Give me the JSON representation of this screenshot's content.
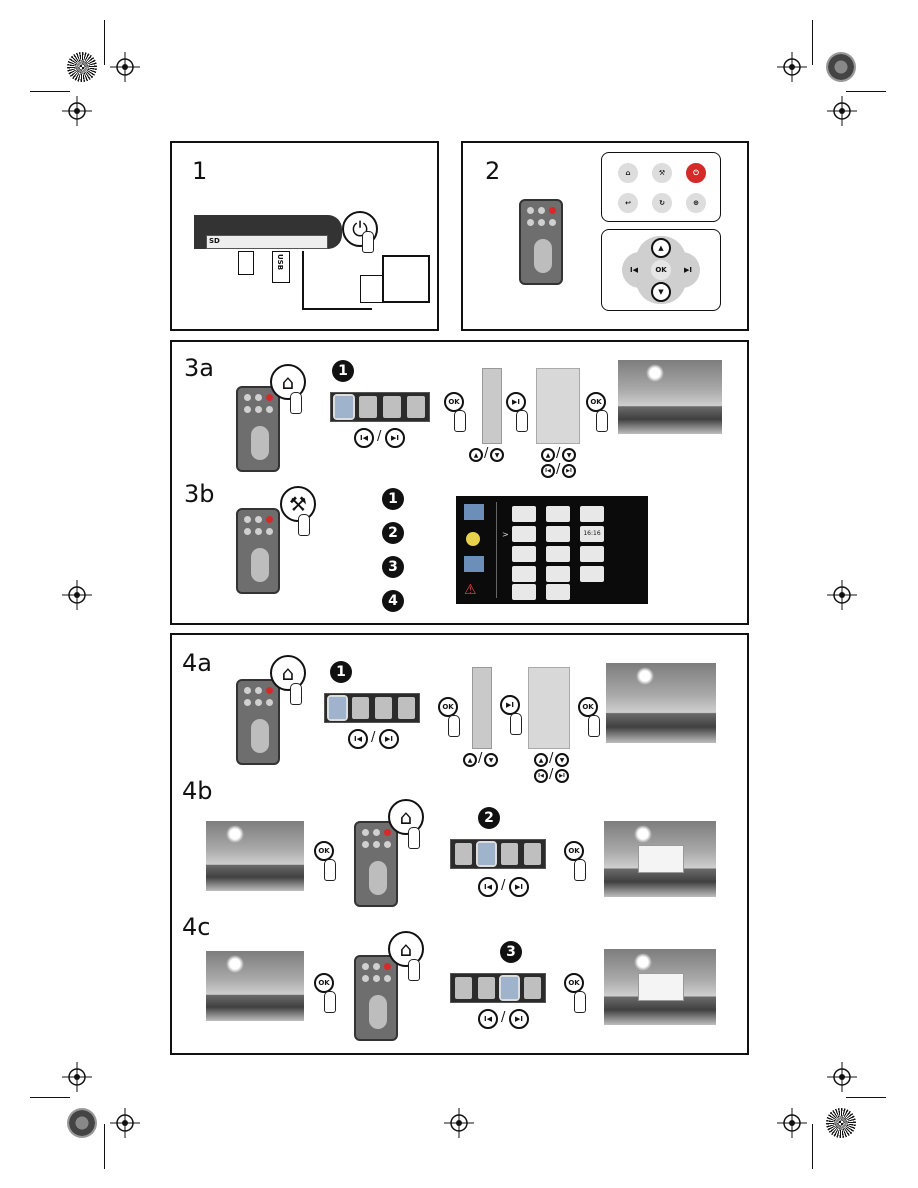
{
  "steps": {
    "s1": "1",
    "s2": "2",
    "s3a": "3a",
    "s3b": "3b",
    "s4a": "4a",
    "s4b": "4b",
    "s4c": "4c"
  },
  "device": {
    "sd_label": "SD",
    "usb_label": "USB",
    "power_icon": "power-icon"
  },
  "remote_buttons": {
    "ok": "OK",
    "prev": "I◀",
    "next": "▶I",
    "up": "▲",
    "down": "▼",
    "sep": "/"
  },
  "badges": [
    "1",
    "2",
    "3",
    "4"
  ],
  "clock": "16:16",
  "arrow_marker": ">",
  "colors": {
    "power_red": "#d42a2a",
    "remote_body": "#6e6e6e",
    "screen_bg": "#0b0b0b"
  }
}
